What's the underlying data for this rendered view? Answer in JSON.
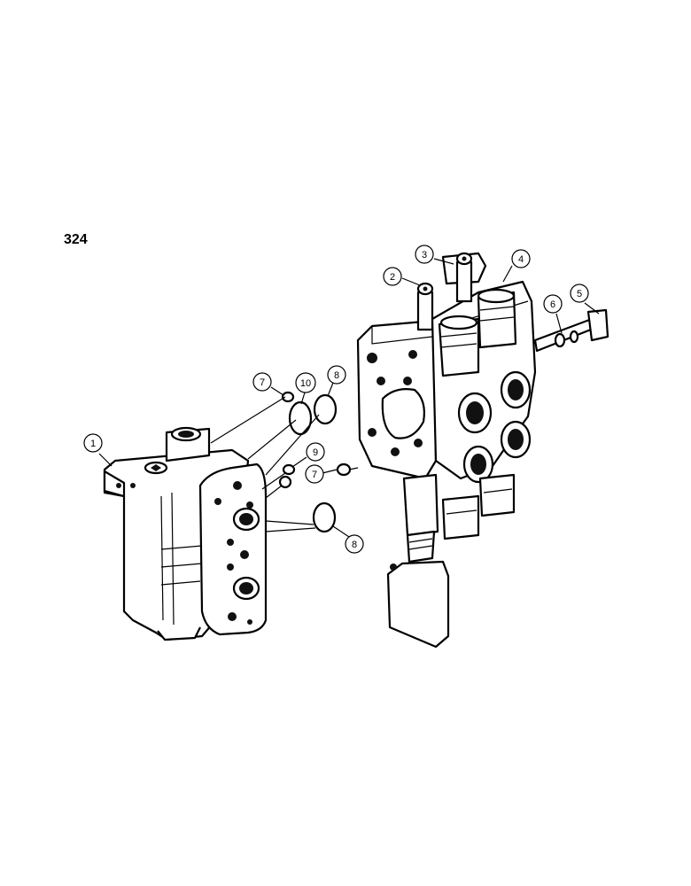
{
  "page_number": "324",
  "callouts": [
    {
      "id": "c1",
      "label": "1"
    },
    {
      "id": "c2",
      "label": "2"
    },
    {
      "id": "c3",
      "label": "3"
    },
    {
      "id": "c4",
      "label": "4"
    },
    {
      "id": "c5",
      "label": "5"
    },
    {
      "id": "c6",
      "label": "6"
    },
    {
      "id": "c7a",
      "label": "7"
    },
    {
      "id": "c7b",
      "label": "7"
    },
    {
      "id": "c8a",
      "label": "8"
    },
    {
      "id": "c8b",
      "label": "8"
    },
    {
      "id": "c9",
      "label": "9"
    },
    {
      "id": "c10",
      "label": "10"
    }
  ],
  "colors": {
    "ink": "#000000",
    "paper": "#ffffff"
  }
}
